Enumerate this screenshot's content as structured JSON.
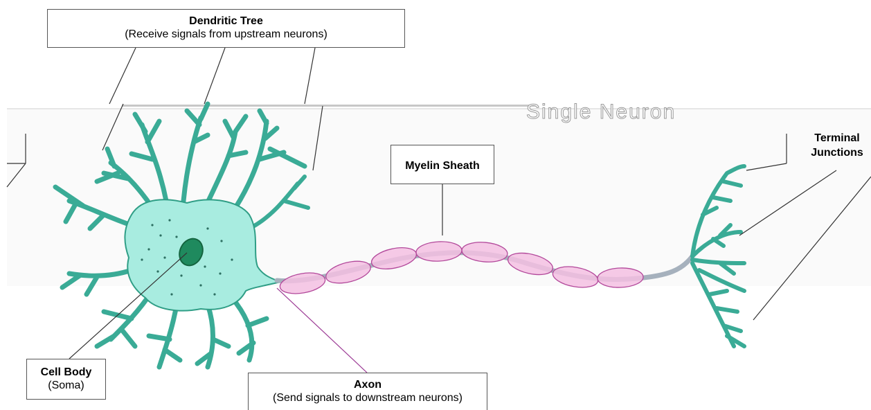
{
  "labels": {
    "dendritic_tree": {
      "title": "Dendritic Tree",
      "subtitle": "(Receive signals from upstream neurons)"
    },
    "myelin_sheath": {
      "title": "Myelin Sheath"
    },
    "cell_body": {
      "title": "Cell Body",
      "subtitle": "(Soma)"
    },
    "axon": {
      "title": "Axon",
      "subtitle": "(Send signals to downstream neurons)"
    },
    "terminal_junctions": {
      "line1": "Terminal",
      "line2": "Junctions"
    }
  },
  "background_title": "Single Neuron",
  "colors": {
    "neuron_fill": "#a8ece0",
    "neuron_stroke": "#2f9e86",
    "dendrite": "#3aab96",
    "nucleus": "#1f8a5e",
    "myelin_fill": "#f3c0e2",
    "myelin_stroke": "#b2479a",
    "axon_core": "#a6b1bd",
    "axon_leader": "#9c3b95",
    "leader_line": "#333333"
  }
}
